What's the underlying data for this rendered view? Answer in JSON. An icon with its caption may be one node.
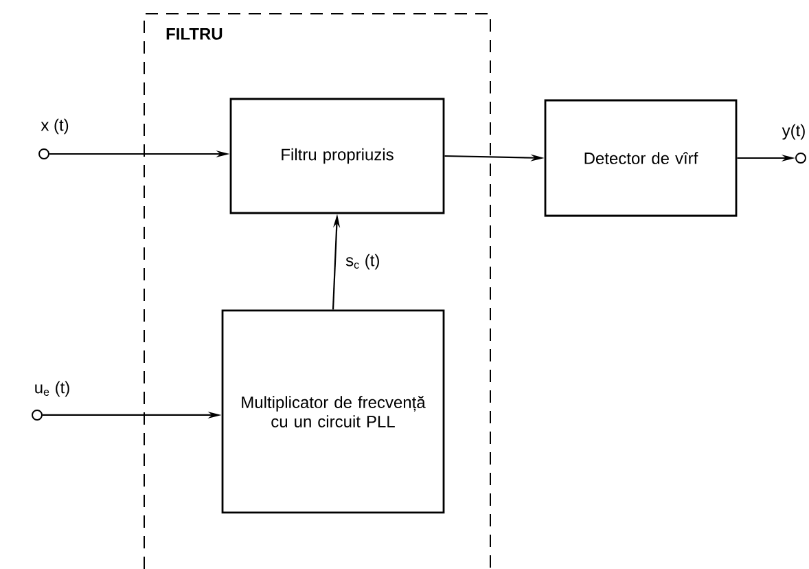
{
  "diagram": {
    "nodes": [
      {
        "text": [
          "FILTRU"
        ]
      },
      {
        "text": [
          "Filtru propriuzis"
        ],
        "in": 0
      },
      {
        "text": [
          "Multiplicator de frecvență cu un circuit PLL"
        ],
        "in": 0
      },
      {
        "text": [
          "Detector de vîrf"
        ]
      },
      {
        "text": [],
        "shape": "circle",
        "beside": [
          "x (t)"
        ]
      },
      {
        "text": [],
        "shape": "circle",
        "beside": [
          "u$_{e}$ (t)"
        ]
      },
      {
        "text": [],
        "shape": "circle",
        "beside": [
          "y(t)"
        ]
      }
    ],
    "edges": [
      {
        "from": 4,
        "to": 1,
        "arrow": "to"
      },
      {
        "from": 5,
        "to": 2,
        "arrow": "to"
      },
      {
        "from": 2,
        "to": 1,
        "arrow": "to",
        "label": "s$_{c}$ (t)"
      },
      {
        "from": 1,
        "to": 3,
        "arrow": "to"
      },
      {
        "from": 3,
        "to": 6,
        "arrow": "to"
      }
    ]
  }
}
